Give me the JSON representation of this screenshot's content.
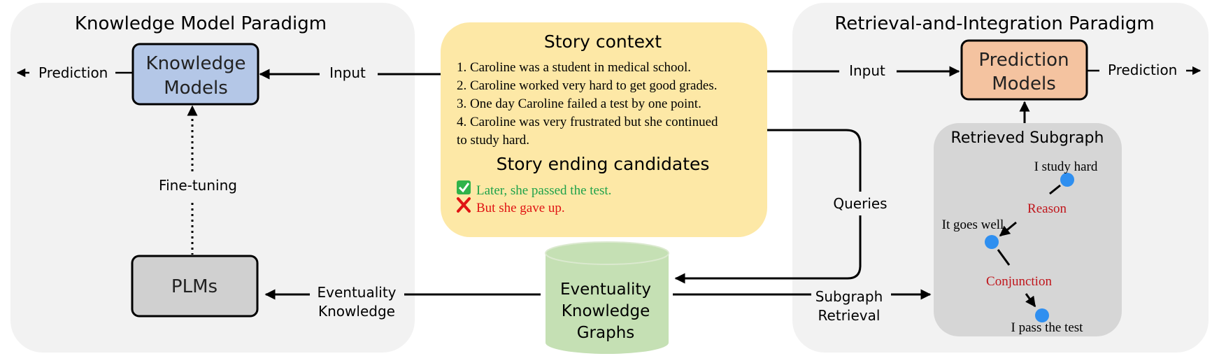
{
  "left_panel": {
    "title": "Knowledge Model Paradigm",
    "knowledge_models": [
      "Knowledge",
      "Models"
    ],
    "plms": "PLMs",
    "prediction": "Prediction",
    "input": "Input",
    "fine_tuning": "Fine-tuning",
    "eventuality_knowledge": [
      "Eventuality",
      "Knowledge"
    ]
  },
  "center": {
    "story_context_title": "Story context",
    "story_lines": [
      "1. Caroline was a student in medical school.",
      "2. Caroline worked very hard to get good grades.",
      "3. One day Caroline failed a test by one point.",
      "4. Caroline was very frustrated but she continued",
      "to study hard."
    ],
    "endings_title": "Story ending candidates",
    "endings": [
      {
        "text": "Later, she passed the test.",
        "mark": "check-icon",
        "color": "#1fa24a"
      },
      {
        "text": "But she gave up.",
        "mark": "cross-icon",
        "color": "#e01414"
      }
    ],
    "queries": "Queries",
    "kg": [
      "Eventuality",
      "Knowledge",
      "Graphs"
    ],
    "subgraph_retrieval": [
      "Subgraph",
      "Retrieval"
    ]
  },
  "right_panel": {
    "title": "Retrieval-and-Integration Paradigm",
    "prediction_models": [
      "Prediction",
      "Models"
    ],
    "input": "Input",
    "prediction": "Prediction",
    "subgraph_title": "Retrieved Subgraph",
    "nodes": [
      "I study hard",
      "It goes well",
      "I pass the test"
    ],
    "relations": [
      "Reason",
      "Conjunction"
    ]
  },
  "colors": {
    "panel_bg": "#f2f2f2",
    "story_bg": "#fde8a6",
    "knowledge_box": "#b4c7e7",
    "plms_box": "#d0d0d0",
    "prediction_box": "#f4c3a0",
    "kg_fill": "#c5e0b4",
    "subgraph_bg": "#d6d6d6",
    "node_blue": "#2f8ff0",
    "relation_red": "#c0151b"
  }
}
